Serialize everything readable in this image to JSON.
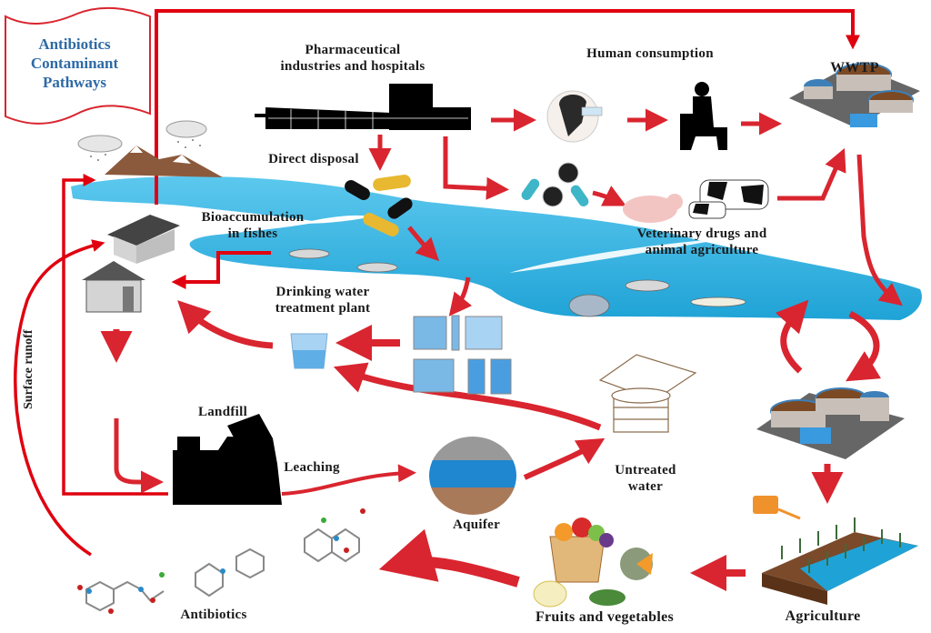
{
  "diagram": {
    "title": "Antibiotics Contaminant Pathways",
    "title_lines": [
      "Antibiotics",
      "Contaminant",
      "Pathways"
    ],
    "colors": {
      "arrow": "#d9252f",
      "line": "#e0000f",
      "river": "#35b3e0",
      "river_light": "#5cc8ee",
      "title_text": "#2e6aa6",
      "label_text": "#1a1a1a"
    },
    "nodes": {
      "pharma": {
        "lines": [
          "Pharmaceutical",
          "industries and hospitals"
        ],
        "icon": "hospital-building-icon"
      },
      "human": {
        "label": "Human consumption",
        "icons": [
          "person-drinking-icon",
          "toilet-silhouette-icon"
        ]
      },
      "wwtp": {
        "label": "WWTP",
        "icon": "wastewater-plant-icon"
      },
      "direct_disposal": {
        "label": "Direct disposal",
        "icon": "pills-icon"
      },
      "bioaccumulation": {
        "lines": [
          "Bioaccumulation",
          "in fishes"
        ],
        "icon": "fish-icon"
      },
      "veterinary": {
        "lines": [
          "Veterinary drugs and",
          "animal agriculture"
        ],
        "icons": [
          "pig-icon",
          "cow-icon",
          "pills-icon"
        ]
      },
      "drinking_plant": {
        "lines": [
          "Drinking water",
          "treatment plant"
        ],
        "icons": [
          "water-tanks-icon",
          "water-glass-icon"
        ]
      },
      "landfill": {
        "label": "Landfill",
        "icon": "dump-truck-icon"
      },
      "leaching": {
        "label": "Leaching"
      },
      "aquifer": {
        "label": "Aquifer",
        "icon": "aquifer-cross-section-icon"
      },
      "untreated": {
        "lines": [
          "Untreated",
          "water"
        ],
        "icon": "well-icon"
      },
      "agriculture": {
        "label": "Agriculture",
        "icons": [
          "watering-can-icon",
          "crop-field-icon"
        ]
      },
      "fruits": {
        "label": "Fruits and vegetables",
        "icon": "fruit-basket-icon"
      },
      "antibiotics": {
        "label": "Antibiotics",
        "icon": "molecule-icon"
      },
      "surface_runoff": {
        "label": "Surface runoff"
      },
      "homes": {
        "icon": "house-icon"
      },
      "mountains": {
        "icon": "mountain-rain-icon"
      }
    }
  }
}
